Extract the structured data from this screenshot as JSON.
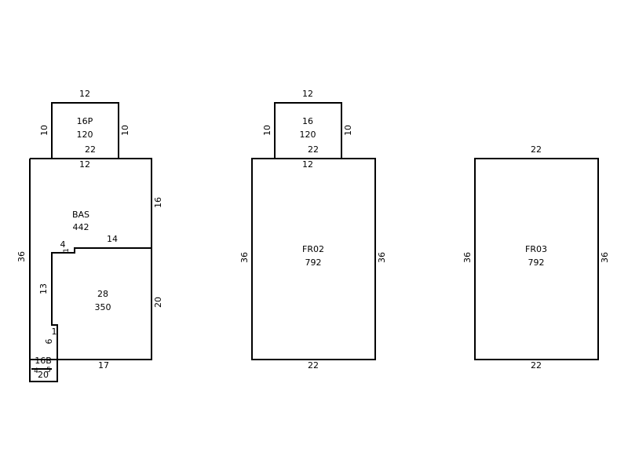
{
  "sketch1": {
    "top_label": "16P",
    "top_area": "120",
    "top_width_top": "12",
    "top_left": "10",
    "top_right": "10",
    "top_inner": "22",
    "top_bottom": "12",
    "bas_label": "BAS",
    "bas_area": "442",
    "left": "36",
    "right_upper": "16",
    "right_lower": "20",
    "step_width": "4",
    "step_height": "1",
    "notch_top": "14",
    "sub_label": "28",
    "sub_area": "350",
    "sub_left": "13",
    "jog_width": "1",
    "jog_height": "6",
    "bottom": "17",
    "small_label": "16B",
    "small_area": "20",
    "small_dim_a": "4",
    "small_dim_b": "5"
  },
  "sketch2": {
    "top_label": "16",
    "top_area": "120",
    "top_width_top": "12",
    "top_left": "10",
    "top_right": "10",
    "top_inner": "22",
    "top_bottom": "12",
    "label": "FR02",
    "area": "792",
    "left": "36",
    "right": "36",
    "bottom": "22"
  },
  "sketch3": {
    "label": "FR03",
    "area": "792",
    "top": "22",
    "left": "36",
    "right": "36",
    "bottom": "22"
  }
}
